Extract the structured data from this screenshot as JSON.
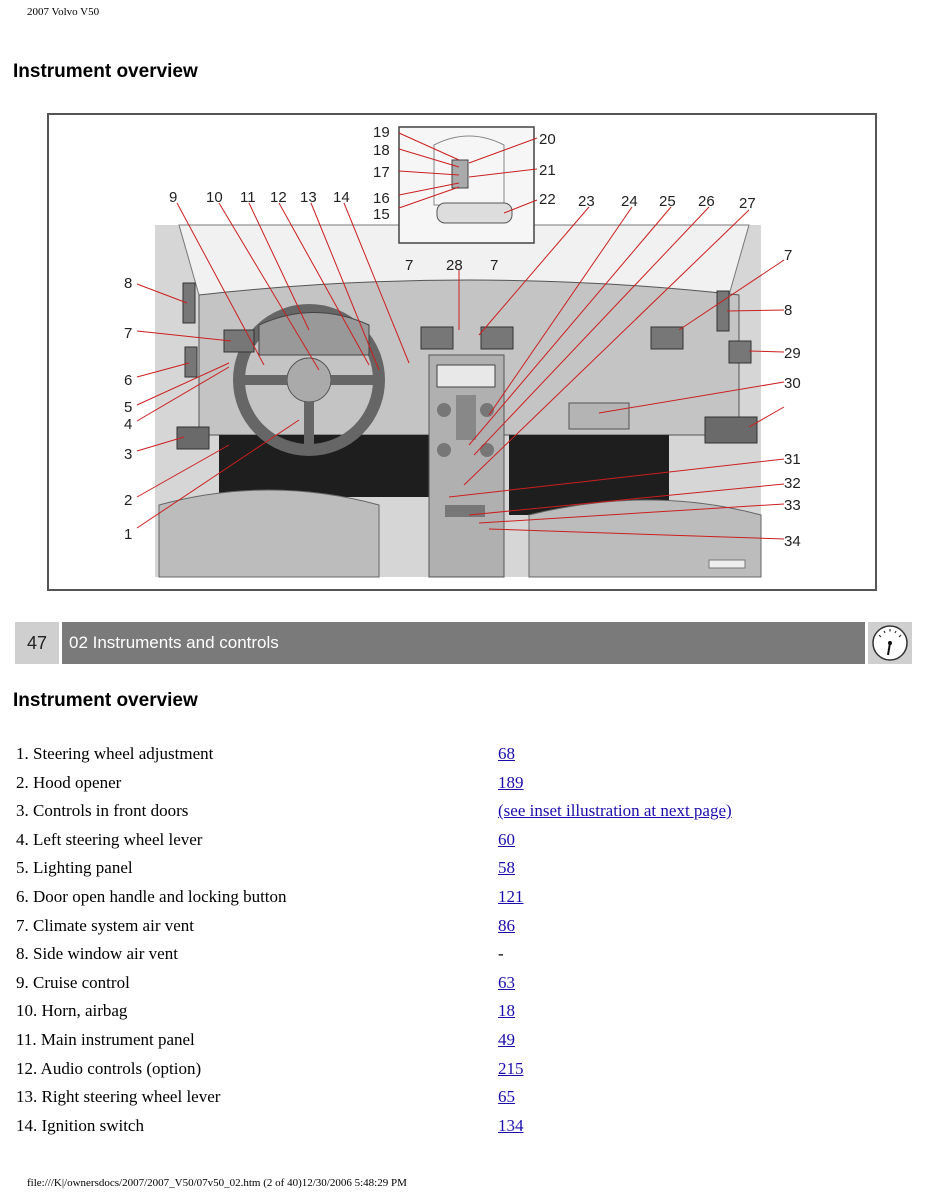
{
  "header": {
    "doc_title": "2007 Volvo V50"
  },
  "titles": {
    "top": "Instrument overview",
    "section": "Instrument overview"
  },
  "figure": {
    "callouts": {
      "n1": "1",
      "n2": "2",
      "n3": "3",
      "n4": "4",
      "n5": "5",
      "n6": "6",
      "n7": "7",
      "n8": "8",
      "n9": "9",
      "n10": "10",
      "n11": "11",
      "n12": "12",
      "n13": "13",
      "n14": "14",
      "n15": "15",
      "n16": "16",
      "n17": "17",
      "n18": "18",
      "n19": "19",
      "n20": "20",
      "n21": "21",
      "n22": "22",
      "n23": "23",
      "n24": "24",
      "n25": "25",
      "n26": "26",
      "n27": "27",
      "n28": "28",
      "n29": "29",
      "n30": "30",
      "n31": "31",
      "n32": "32",
      "n33": "33",
      "n34": "34"
    },
    "colors": {
      "leader": "#cc1f1f",
      "interior": "#c8c8c8",
      "floor": "#1e1e1e"
    }
  },
  "section_bar": {
    "page_number": "47",
    "chapter": "02 Instruments and controls",
    "icon": "gauge-icon"
  },
  "items": [
    {
      "label": "1. Steering wheel adjustment",
      "ref": "68"
    },
    {
      "label": "2. Hood opener",
      "ref": "189"
    },
    {
      "label": "3. Controls in front doors",
      "ref": "(see inset illustration at next page)"
    },
    {
      "label": "4. Left steering wheel lever",
      "ref": "60"
    },
    {
      "label": "5. Lighting panel",
      "ref": "58"
    },
    {
      "label": "6. Door open handle and locking button",
      "ref": "121"
    },
    {
      "label": "7. Climate system air vent",
      "ref": "86"
    },
    {
      "label": "8. Side window air vent",
      "ref": "-"
    },
    {
      "label": "9. Cruise control",
      "ref": "63"
    },
    {
      "label": "10. Horn, airbag",
      "ref": "18"
    },
    {
      "label": "11. Main instrument panel",
      "ref": "49"
    },
    {
      "label": "12. Audio controls (option)",
      "ref": "215"
    },
    {
      "label": "13. Right steering wheel lever",
      "ref": "65"
    },
    {
      "label": "14. Ignition switch",
      "ref": "134"
    }
  ],
  "footer": {
    "path": "file:///K|/ownersdocs/2007/2007_V50/07v50_02.htm (2 of 40)12/30/2006 5:48:29 PM"
  }
}
